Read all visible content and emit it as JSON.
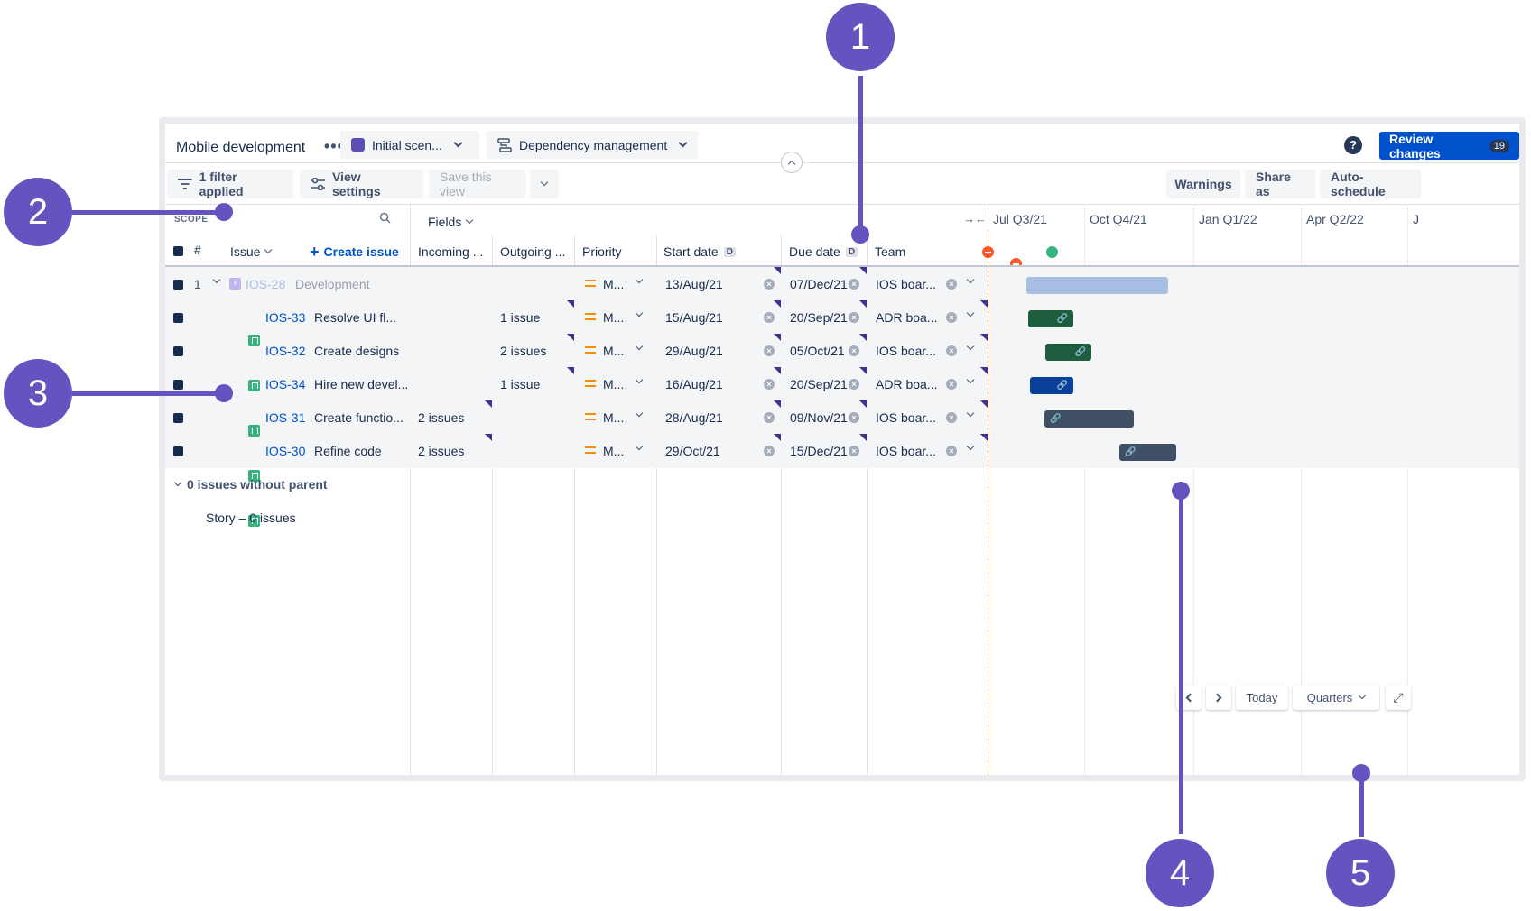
{
  "header": {
    "project_title": "Mobile development",
    "more_menu": "•••",
    "scenario_label": "Initial scen...",
    "view_mode_label": "Dependency management",
    "help_glyph": "?",
    "review_label": "Review changes",
    "review_count": "19"
  },
  "toolbar": {
    "filter_label": "1 filter applied",
    "view_settings_label": "View settings",
    "save_view_label": "Save this view",
    "warnings_label": "Warnings",
    "share_label": "Share as",
    "auto_schedule_label": "Auto-schedule"
  },
  "scope": {
    "label": "SCOPE",
    "fields_label": "Fields",
    "hash": "#",
    "issue_label": "Issue",
    "create_issue_label": "Create issue",
    "columns": {
      "incoming": "Incoming ...",
      "outgoing": "Outgoing ...",
      "priority": "Priority",
      "start": "Start date",
      "due": "Due date",
      "team": "Team",
      "date_badge": "D"
    }
  },
  "rows": [
    {
      "num": "1",
      "key": "IOS-28",
      "summary": "Development",
      "incoming": "",
      "outgoing": "",
      "priority": "M...",
      "start": "13/Aug/21",
      "due": "07/Dec/21",
      "team": "IOS boar...",
      "parent": true
    },
    {
      "num": "",
      "key": "IOS-33",
      "summary": "Resolve UI fl...",
      "incoming": "",
      "outgoing": "1 issue",
      "priority": "M...",
      "start": "15/Aug/21",
      "due": "20/Sep/21",
      "team": "ADR boa..."
    },
    {
      "num": "",
      "key": "IOS-32",
      "summary": "Create designs",
      "incoming": "",
      "outgoing": "2 issues",
      "priority": "M...",
      "start": "29/Aug/21",
      "due": "05/Oct/21",
      "team": "IOS boar..."
    },
    {
      "num": "",
      "key": "IOS-34",
      "summary": "Hire new devel...",
      "incoming": "",
      "outgoing": "1 issue",
      "priority": "M...",
      "start": "16/Aug/21",
      "due": "20/Sep/21",
      "team": "ADR boa..."
    },
    {
      "num": "",
      "key": "IOS-31",
      "summary": "Create functio...",
      "incoming": "2 issues",
      "outgoing": "",
      "priority": "M...",
      "start": "28/Aug/21",
      "due": "09/Nov/21",
      "team": "IOS boar..."
    },
    {
      "num": "",
      "key": "IOS-30",
      "summary": "Refine code",
      "incoming": "2 issues",
      "outgoing": "",
      "priority": "M...",
      "start": "29/Oct/21",
      "due": "15/Dec/21",
      "team": "IOS boar..."
    }
  ],
  "footer_scope": {
    "no_parent_label": "0 issues without parent",
    "story_label": "Story – 0 issues"
  },
  "timeline": {
    "quarters": [
      "Jul Q3/21",
      "Oct Q4/21",
      "Jan Q1/22",
      "Apr Q2/22",
      "J"
    ],
    "today_label": "Today",
    "zoom_label": "Quarters",
    "colors": {
      "parent": "#a8bee3",
      "green": "#1e5e3f",
      "blue": "#0a3f9c",
      "dark": "#3e4f66"
    }
  },
  "callouts": [
    "1",
    "2",
    "3",
    "4",
    "5"
  ]
}
